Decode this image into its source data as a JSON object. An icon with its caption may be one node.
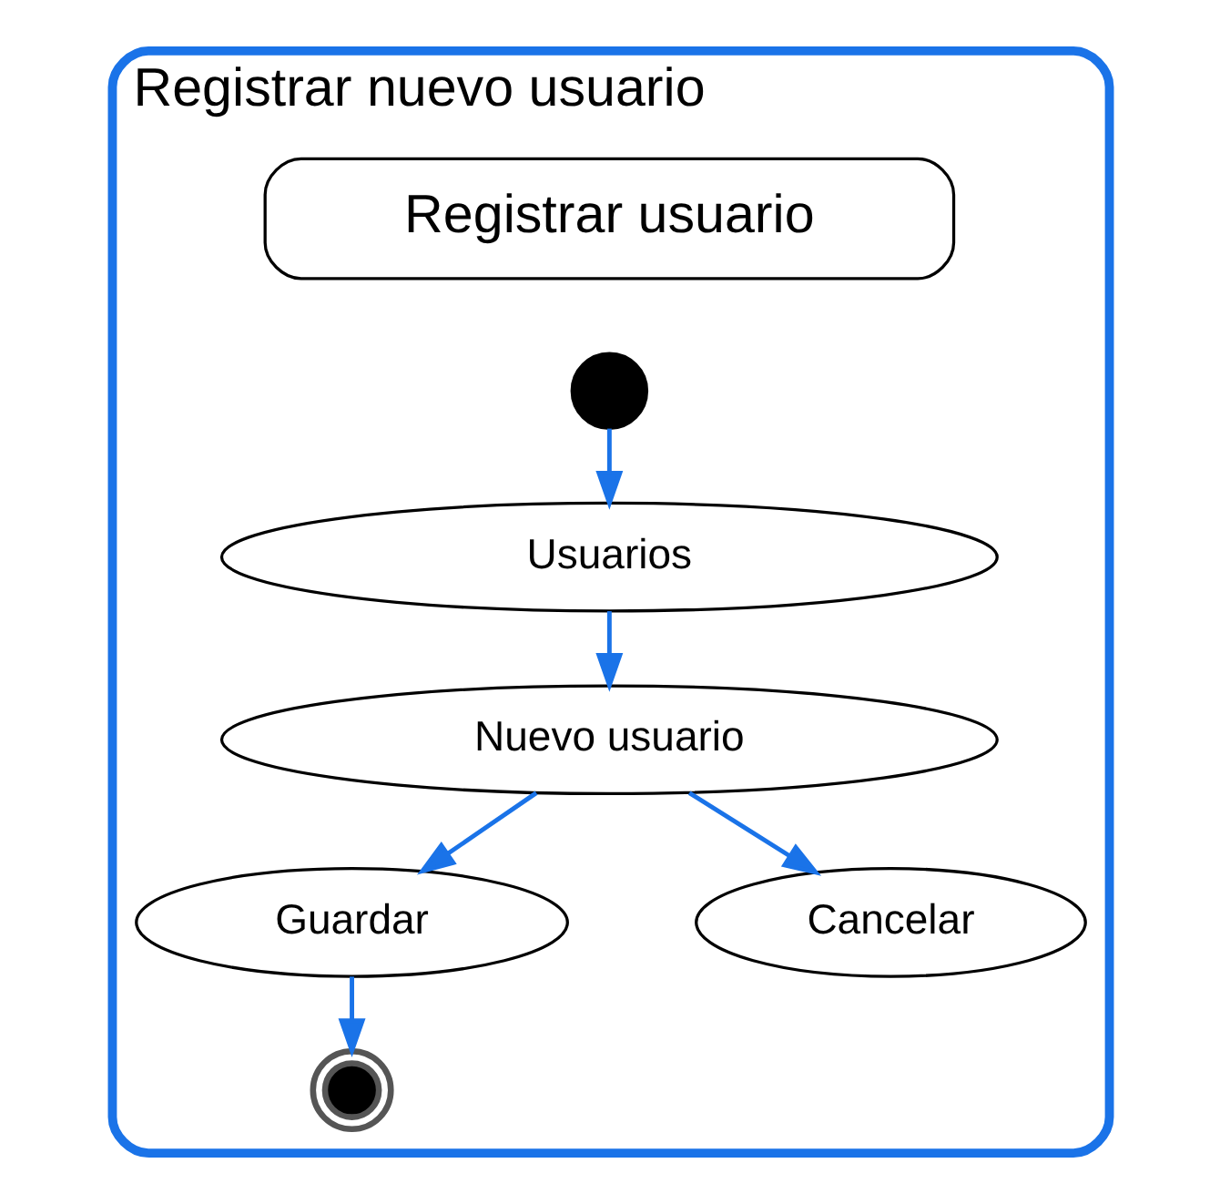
{
  "diagram": {
    "nodes": [
      {
        "text": [
          "Registrar nuevo usuario"
        ]
      },
      {
        "text": [
          "Registrar usuario"
        ],
        "in": 0
      },
      {
        "text": [],
        "shape": "circle",
        "in": 0
      },
      {
        "text": [
          "Usuarios"
        ],
        "in": 0
      },
      {
        "text": [
          "Nuevo usuario"
        ],
        "in": 0
      },
      {
        "text": [
          "Guardar"
        ],
        "in": 0
      },
      {
        "text": [
          "Cancelar"
        ],
        "in": 0
      },
      {
        "text": [],
        "shape": "circle",
        "in": 0
      }
    ],
    "edges": [
      {
        "from": 2,
        "to": 3,
        "arrow": "to"
      },
      {
        "from": 3,
        "to": 4,
        "arrow": "to"
      },
      {
        "from": 4,
        "to": 5,
        "arrow": "to"
      },
      {
        "from": 4,
        "to": 6,
        "arrow": "to"
      },
      {
        "from": 5,
        "to": 7,
        "arrow": "to"
      }
    ]
  }
}
